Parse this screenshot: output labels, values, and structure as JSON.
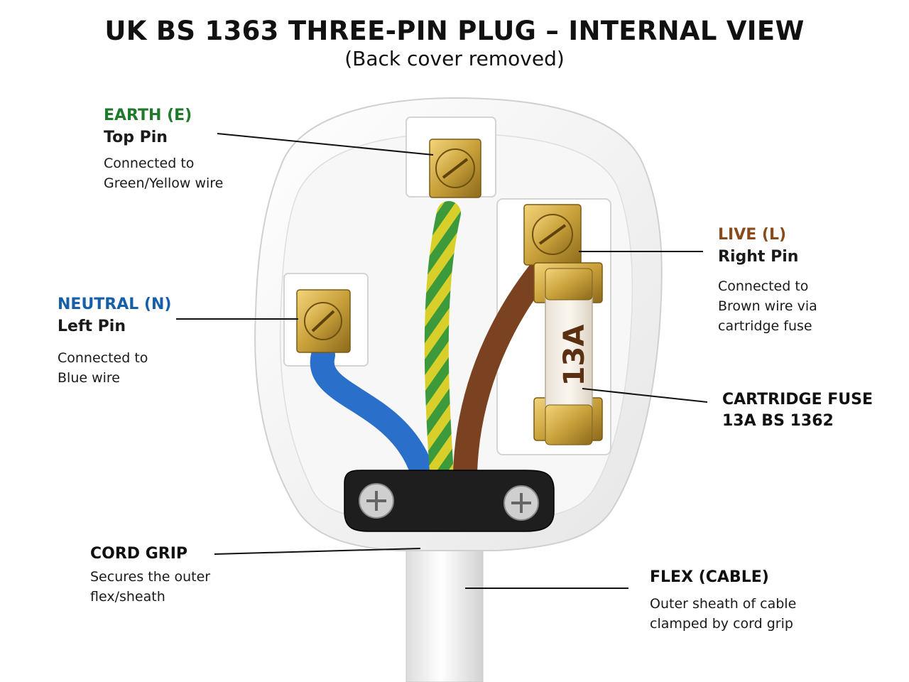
{
  "title": "UK BS 1363 THREE-PIN PLUG – INTERNAL VIEW",
  "subtitle": "(Back cover removed)",
  "labels": {
    "earth": {
      "heading": "EARTH (E)",
      "sub": "Top Pin",
      "desc1": "Connected to",
      "desc2": "Green/Yellow wire",
      "color": "#1f7a2b"
    },
    "neutral": {
      "heading": "NEUTRAL (N)",
      "sub": "Left Pin",
      "desc1": "Connected to",
      "desc2": "Blue wire",
      "color": "#1560a8"
    },
    "live": {
      "heading": "LIVE (L)",
      "sub": "Right Pin",
      "desc1": "Connected to",
      "desc2": "Brown wire via",
      "desc3": "cartridge fuse",
      "color": "#8a4a1c"
    },
    "fuse": {
      "line1": "CARTRIDGE FUSE",
      "line2": "13A BS 1362"
    },
    "cord_grip": {
      "heading": "CORD GRIP",
      "desc1": "Secures the outer",
      "desc2": "flex/sheath"
    },
    "flex": {
      "heading": "FLEX (CABLE)",
      "desc1": "Outer sheath of cable",
      "desc2": "clamped by cord grip"
    }
  },
  "fuse_marking": "13A",
  "colors": {
    "plug_body": "#f4f4f4",
    "brass": "#c9a13b",
    "blue_wire": "#2a6fc9",
    "brown_wire": "#7a4220",
    "earth_green": "#3c9a3a",
    "earth_yellow": "#d9cf2a",
    "cord_grip": "#1e1e1e"
  }
}
